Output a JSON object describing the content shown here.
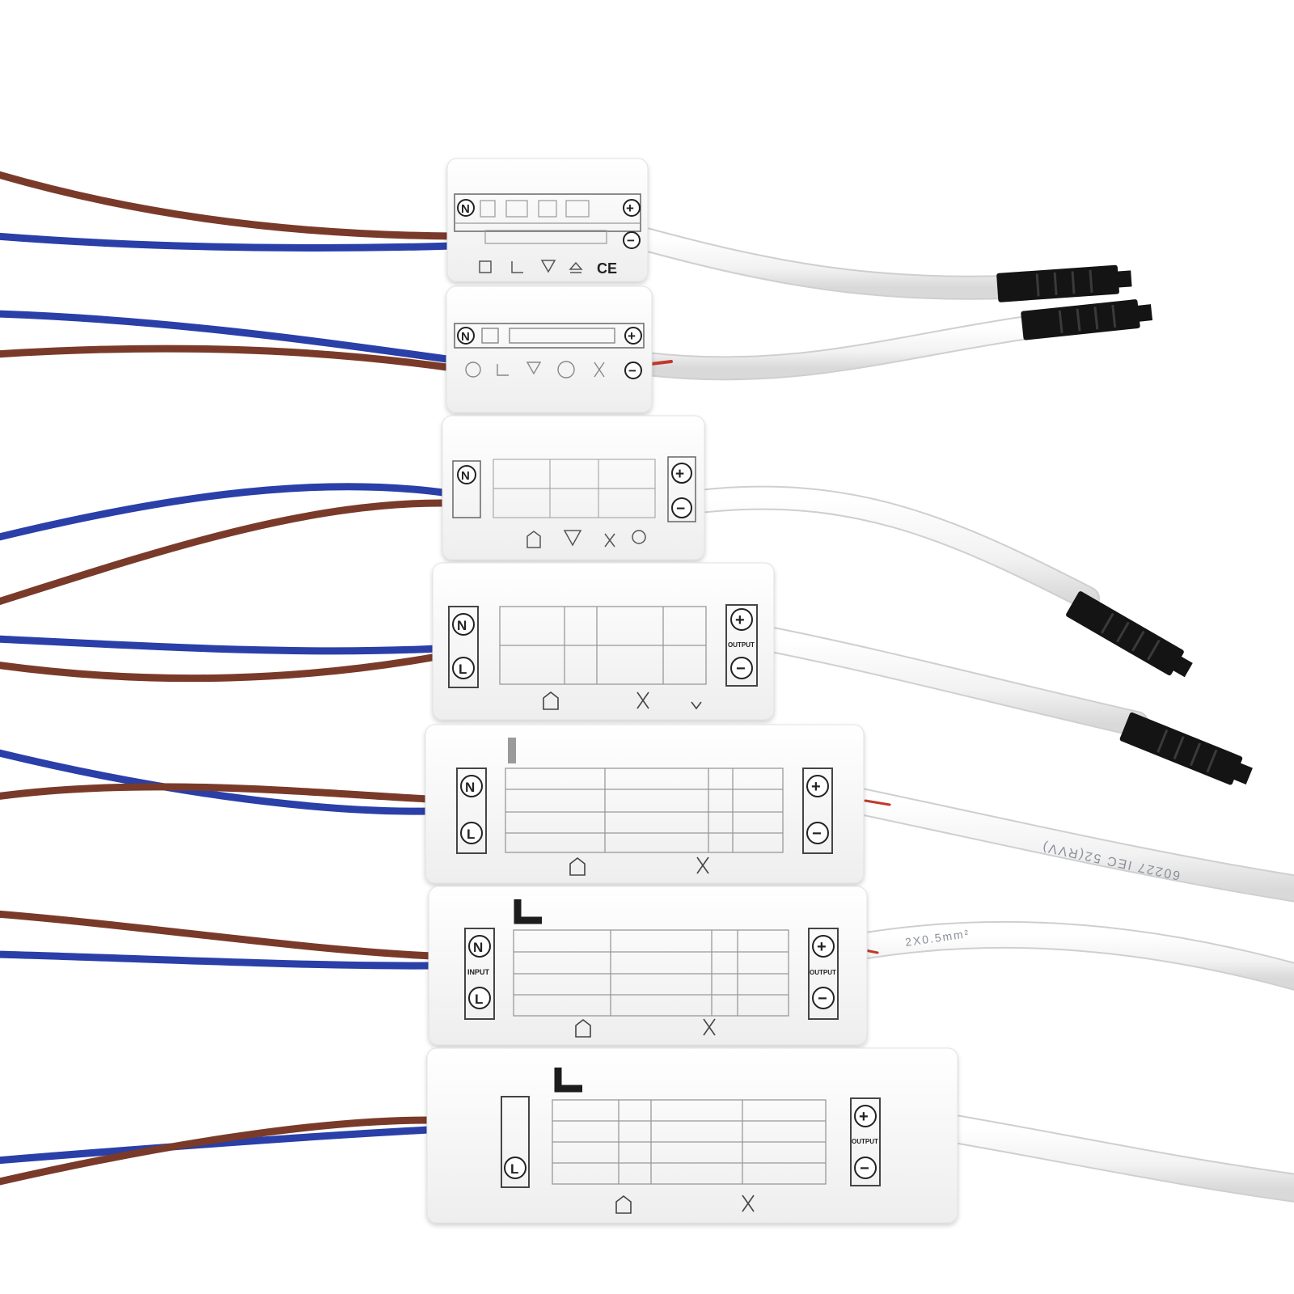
{
  "colors": {
    "background": "#ffffff",
    "brown_wire": "#7a3a2a",
    "blue_wire": "#2a3fa8",
    "white_cable": "#f7f7f7",
    "driver_case": "#fbfbfb",
    "connector": "#141414"
  },
  "labels": {
    "n": "N",
    "l": "L",
    "plus": "+",
    "minus": "−",
    "input": "INPUT",
    "output": "OUTPUT",
    "ce": "CE"
  },
  "cable_prints": {
    "c5": "60227 IEC 52(RVV)",
    "c6": "2X0.5mm²"
  },
  "scene": {
    "driver_count": 7,
    "connector_count": 4
  }
}
